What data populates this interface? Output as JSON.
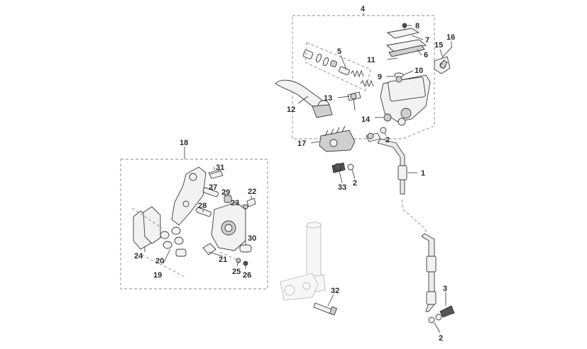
{
  "callouts": {
    "c1": "1",
    "c2a": "2",
    "c2b": "2",
    "c2c": "2",
    "c3": "3",
    "c4": "4",
    "c5": "5",
    "c6": "6",
    "c7": "7",
    "c8": "8",
    "c9": "9",
    "c10": "10",
    "c11": "11",
    "c12": "12",
    "c13": "13",
    "c14": "14",
    "c15": "15",
    "c16": "16",
    "c17": "17",
    "c18": "18",
    "c19": "19",
    "c20": "20",
    "c21": "21",
    "c22": "22",
    "c23": "23",
    "c24": "24",
    "c25": "25",
    "c26": "26",
    "c27": "27",
    "c28": "28",
    "c29": "29",
    "c30": "30",
    "c31": "31",
    "c32": "32",
    "c33": "33"
  }
}
